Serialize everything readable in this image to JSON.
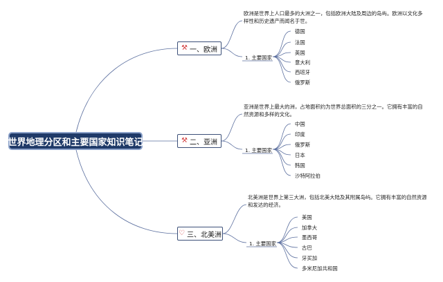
{
  "root": {
    "title": "世界地理分区和主要国家知识笔记"
  },
  "branches": [
    {
      "label": "一、欧洲",
      "icon": "tool-icon",
      "description": "欧洲是世界上人口最多的大洲之一，包括欧洲大陆及周边的岛屿。欧洲以文化多样性和历史遗产而闻名于世。",
      "sub_label": "1. 主要国家",
      "countries": [
        "德国",
        "法国",
        "英国",
        "意大利",
        "西班牙",
        "俄罗斯"
      ]
    },
    {
      "label": "二、亚洲",
      "icon": "tool-icon",
      "description": "亚洲是世界上最大的洲，占地面积约为世界总面积的三分之一。它拥有丰富的自然资源和多样的文化。",
      "sub_label": "1. 主要国家",
      "countries": [
        "中国",
        "印度",
        "俄罗斯",
        "日本",
        "韩国",
        "沙特阿拉伯"
      ]
    },
    {
      "label": "三、北美洲",
      "icon": "heart-icon",
      "description": "北美洲是世界上第三大洲，包括北美大陆及其附属岛屿。它拥有丰富的自然资源和发达的经济。",
      "sub_label": "1. 主要国家",
      "countries": [
        "美国",
        "加拿大",
        "墨西哥",
        "古巴",
        "牙买加",
        "多米尼加共和国"
      ]
    }
  ]
}
